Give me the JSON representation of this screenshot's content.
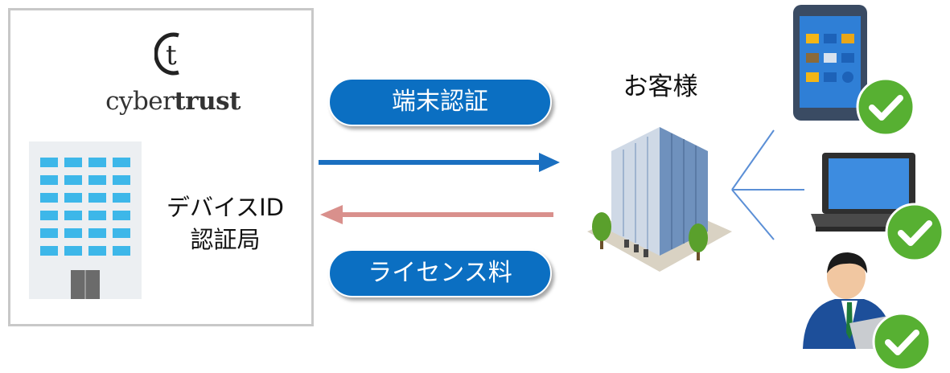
{
  "provider": {
    "logo_word_light": "cyber",
    "logo_word_bold": "trust",
    "label_line1": "デバイスID",
    "label_line2": "認証局"
  },
  "flows": {
    "auth_label": "端末認証",
    "license_label": "ライセンス料"
  },
  "customer": {
    "label": "お客様"
  },
  "colors": {
    "pill_blue": "#0b6fc2",
    "arrow_blue": "#1a6fc0",
    "arrow_pink": "#d9908c",
    "fan_line": "#5b8fd6",
    "check_green": "#57b032"
  },
  "icons": {
    "provider_building": "building-icon",
    "customer_building": "office-tower-icon",
    "tablet": "tablet-icon",
    "laptop": "laptop-icon",
    "person": "person-at-computer-icon",
    "check": "checkmark-icon"
  }
}
